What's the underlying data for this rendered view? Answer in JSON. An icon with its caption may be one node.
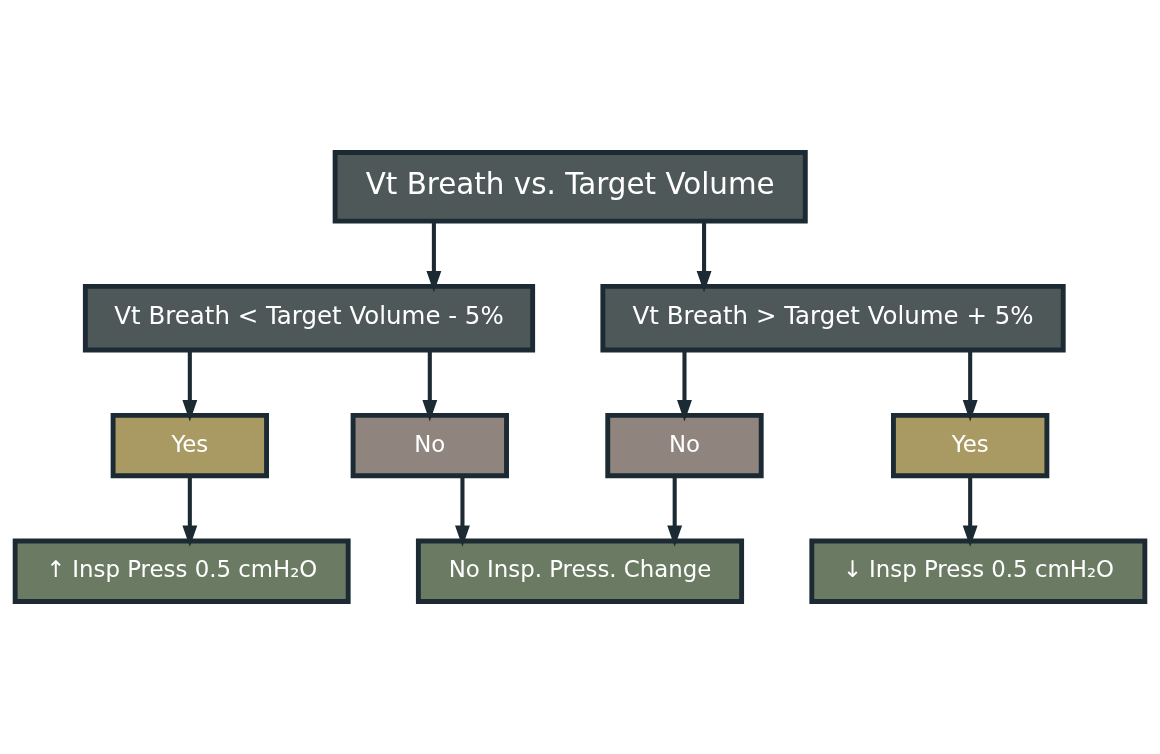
{
  "diagram": {
    "nodes": [
      {
        "text": [
          "Vt Breath vs. Target Volume"
        ]
      },
      {
        "text": [
          "Vt Breath < Target Volume - 5%"
        ]
      },
      {
        "text": [
          "Vt Breath > Target Volume + 5%"
        ]
      },
      {
        "text": [
          "Yes"
        ]
      },
      {
        "text": [
          "No"
        ]
      },
      {
        "text": [
          "No"
        ]
      },
      {
        "text": [
          "Yes"
        ]
      },
      {
        "text": [
          "↑ Insp Press 0.5 cmH₂O"
        ]
      },
      {
        "text": [
          "↓ Insp Press 0.5 cmH₂O"
        ]
      },
      {
        "text": [
          "No Insp. Press. Change"
        ]
      }
    ],
    "edges": [
      {
        "from": 0,
        "to": 1,
        "arrow": "to"
      },
      {
        "from": 0,
        "to": 2,
        "arrow": "to"
      },
      {
        "from": 1,
        "to": 3,
        "arrow": "to"
      },
      {
        "from": 1,
        "to": 4,
        "arrow": "to"
      },
      {
        "from": 2,
        "to": 5,
        "arrow": "to"
      },
      {
        "from": 2,
        "to": 6,
        "arrow": "to"
      },
      {
        "from": 3,
        "to": 7,
        "arrow": "to"
      },
      {
        "from": 6,
        "to": 8,
        "arrow": "to"
      },
      {
        "from": 4,
        "to": 9,
        "arrow": "to"
      },
      {
        "from": 5,
        "to": 9,
        "arrow": "to"
      }
    ]
  }
}
